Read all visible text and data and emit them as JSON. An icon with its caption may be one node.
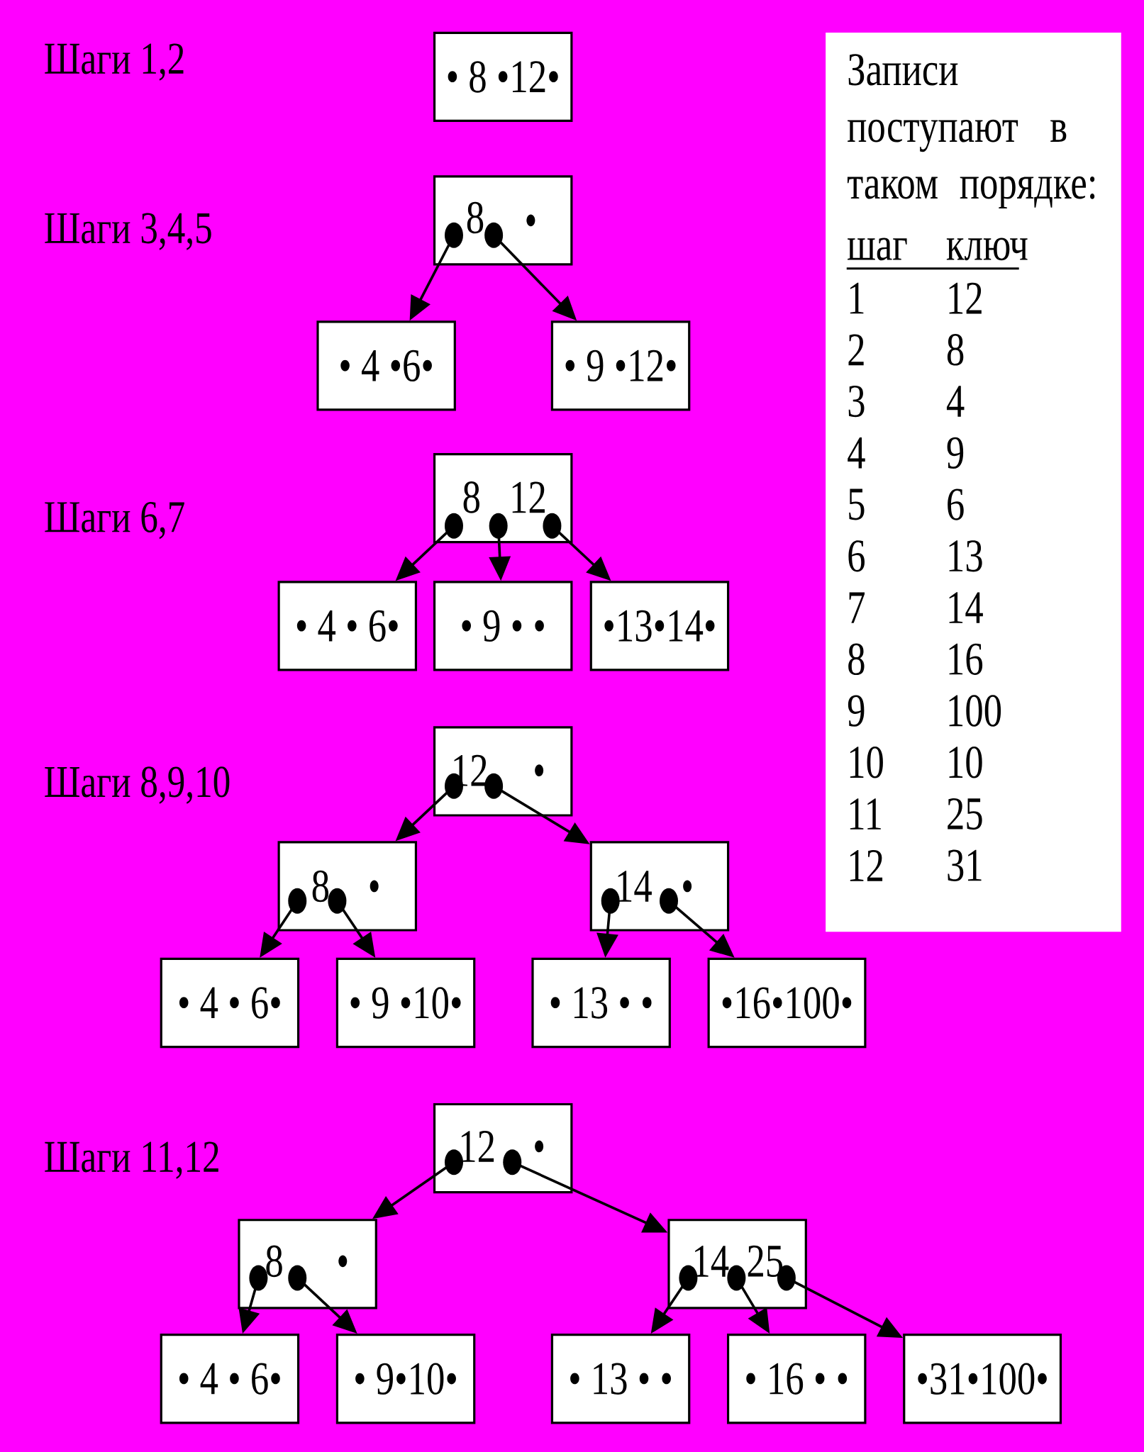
{
  "diagram": {
    "nodes": [
      {
        "text": [
          "• 8 •12•"
        ]
      },
      {
        "text": [
          "8"
        ]
      },
      {
        "text": [
          "• 4 •6•"
        ]
      },
      {
        "text": [
          "• 9 •12•"
        ]
      },
      {
        "text": [
          "8",
          "12"
        ]
      },
      {
        "text": [
          "• 4 • 6•"
        ]
      },
      {
        "text": [
          "• 9 • •"
        ]
      },
      {
        "text": [
          "•13•14•"
        ]
      },
      {
        "text": [
          "12"
        ]
      },
      {
        "text": [
          "8"
        ]
      },
      {
        "text": [
          "14"
        ]
      },
      {
        "text": [
          "• 4 • 6•"
        ]
      },
      {
        "text": [
          "• 9 •10•"
        ]
      },
      {
        "text": [
          "• 13 • •"
        ]
      },
      {
        "text": [
          "•16•100•"
        ]
      },
      {
        "text": [
          "12"
        ]
      },
      {
        "text": [
          "8"
        ]
      },
      {
        "text": [
          "14",
          "25"
        ]
      },
      {
        "text": [
          "• 4 • 6•"
        ]
      },
      {
        "text": [
          "• 9•10•"
        ]
      },
      {
        "text": [
          "• 13 • •"
        ]
      },
      {
        "text": [
          "• 16 • •"
        ]
      },
      {
        "text": [
          "•31•100•"
        ]
      },
      {
        "text": [
          "Записи поступают в таком порядке:"
        ]
      }
    ],
    "edges": [
      {
        "from": 1,
        "to": 2,
        "arrow": "to"
      },
      {
        "from": 1,
        "to": 3,
        "arrow": "to"
      },
      {
        "from": 4,
        "to": 5,
        "arrow": "to"
      },
      {
        "from": 4,
        "to": 6,
        "arrow": "to"
      },
      {
        "from": 4,
        "to": 7,
        "arrow": "to"
      },
      {
        "from": 8,
        "to": 9,
        "arrow": "to"
      },
      {
        "from": 8,
        "to": 10,
        "arrow": "to"
      },
      {
        "from": 9,
        "to": 11,
        "arrow": "to"
      },
      {
        "from": 9,
        "to": 12,
        "arrow": "to"
      },
      {
        "from": 10,
        "to": 13,
        "arrow": "to"
      },
      {
        "from": 10,
        "to": 14,
        "arrow": "to"
      },
      {
        "from": 15,
        "to": 16,
        "arrow": "to"
      },
      {
        "from": 15,
        "to": 17,
        "arrow": "to"
      },
      {
        "from": 16,
        "to": 18,
        "arrow": "to"
      },
      {
        "from": 16,
        "to": 19,
        "arrow": "to"
      },
      {
        "from": 17,
        "to": 20,
        "arrow": "to"
      },
      {
        "from": 17,
        "to": 21,
        "arrow": "to"
      },
      {
        "from": 17,
        "to": 22,
        "arrow": "to"
      }
    ],
    "labels": [
      "Шаги 1,2",
      "Шаги 3,4,5",
      "Шаги 6,7",
      "Шаги 8,9,10",
      "Шаги 11,12",
      "шаг",
      "ключ",
      "1",
      "12",
      "2",
      "8",
      "3",
      "4",
      "4",
      "9",
      "5",
      "6",
      "6",
      "13",
      "7",
      "14",
      "8",
      "16",
      "9",
      "100",
      "10",
      "10",
      "11",
      "25",
      "12",
      "31"
    ]
  }
}
